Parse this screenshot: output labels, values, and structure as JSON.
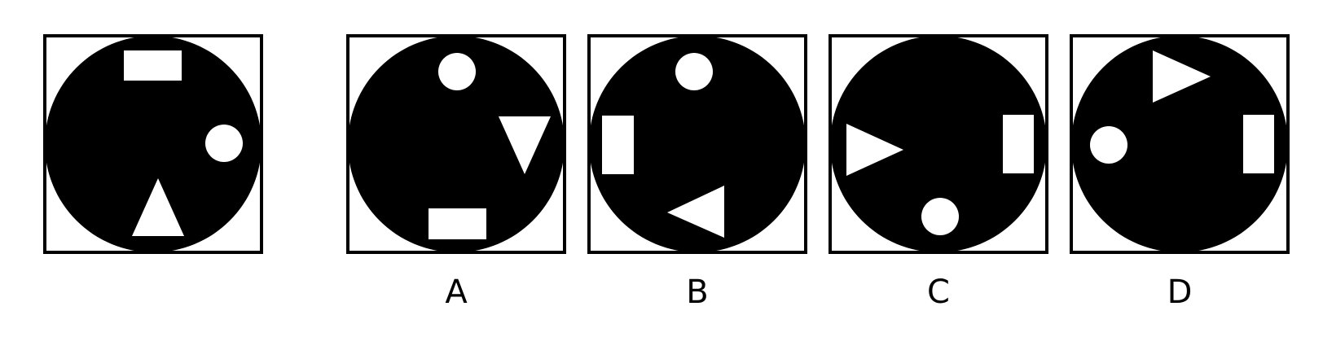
{
  "colors": {
    "background": "#ffffff",
    "ink": "#000000",
    "shape_fill": "#ffffff"
  },
  "question_panel": {
    "shapes": [
      "rectangle",
      "circle",
      "triangle"
    ]
  },
  "options": [
    {
      "label": "A",
      "shapes": [
        "circle",
        "triangle",
        "rectangle"
      ]
    },
    {
      "label": "B",
      "shapes": [
        "circle",
        "rectangle",
        "triangle"
      ]
    },
    {
      "label": "C",
      "shapes": [
        "triangle",
        "rectangle",
        "circle"
      ]
    },
    {
      "label": "D",
      "shapes": [
        "triangle",
        "circle",
        "rectangle"
      ]
    }
  ]
}
